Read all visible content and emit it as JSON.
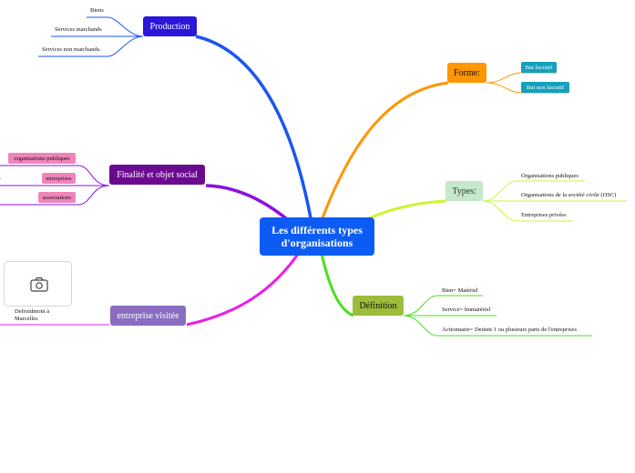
{
  "central": {
    "label": "Les différents types d'organisations"
  },
  "production": {
    "label": "Production",
    "items": [
      "Biens",
      "Services marchands",
      "Services non marchands."
    ]
  },
  "forme": {
    "label": "Forme:",
    "items": [
      "But lucratif",
      "But non lucratif"
    ]
  },
  "finalite": {
    "label": "Finalité et objet social",
    "items": [
      "organisations publiques",
      "entreprises",
      "associations"
    ],
    "cut_text": "."
  },
  "types": {
    "label": "Types:",
    "items": [
      "Organisations publiques",
      "Organisations de la société civile (OSC)",
      "Entreprises privées"
    ]
  },
  "definition": {
    "label": "Définition",
    "items": [
      "Bien= Matériel",
      "Service= Immatériel",
      "Actionnaire=  Detient 1 ou plusieurs parts de l'entreprises"
    ]
  },
  "visite": {
    "label": "entreprise visitée",
    "caption_line1": "Defroidmont à",
    "caption_line2": "Marcelles",
    "photo_icon": "camera-icon"
  },
  "colors": {
    "central": "#0d5bf5",
    "production": "#1a56f0",
    "production_node": "#2a17d9",
    "forme": "#ff9500",
    "types": "#ccf536",
    "types_node": "#c5e8c8",
    "definition": "#4be01e",
    "definition_node": "#9bbd3a",
    "finalite": "#8c10e0",
    "finalite_node": "#6a0a8e",
    "visite": "#e81ee8",
    "visite_node": "#8a6cc0",
    "tag_pink": "#ef84ba",
    "tag_teal": "#14a0be"
  }
}
